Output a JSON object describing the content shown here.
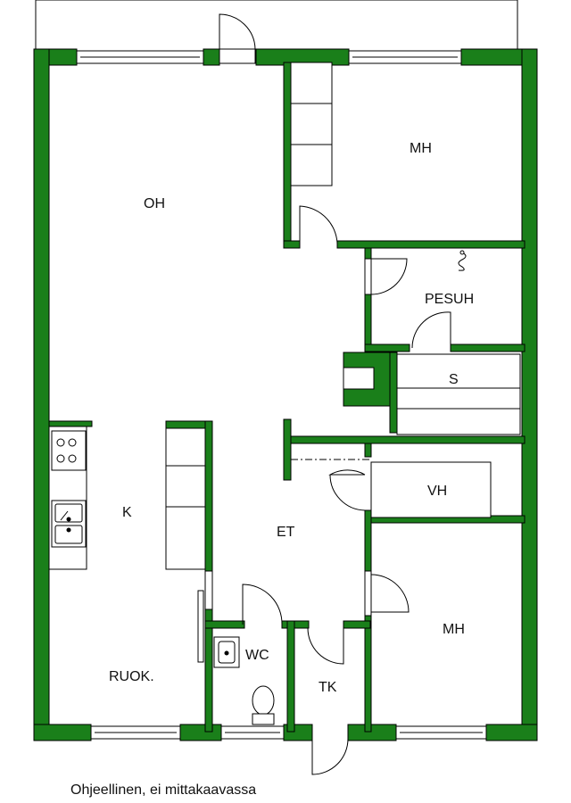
{
  "floorplan": {
    "rooms": {
      "oh": "OH",
      "mh_top": "MH",
      "pesuh": "PESUH",
      "s": "S",
      "k": "K",
      "et": "ET",
      "vh": "VH",
      "mh_bottom": "MH",
      "wc": "WC",
      "tk": "TK",
      "ruok": "RUOK."
    },
    "wall_color": "#1a7f1a",
    "outline_color": "#000000"
  },
  "footer": {
    "note": "Ohjeellinen, ei mittakaavassa"
  }
}
